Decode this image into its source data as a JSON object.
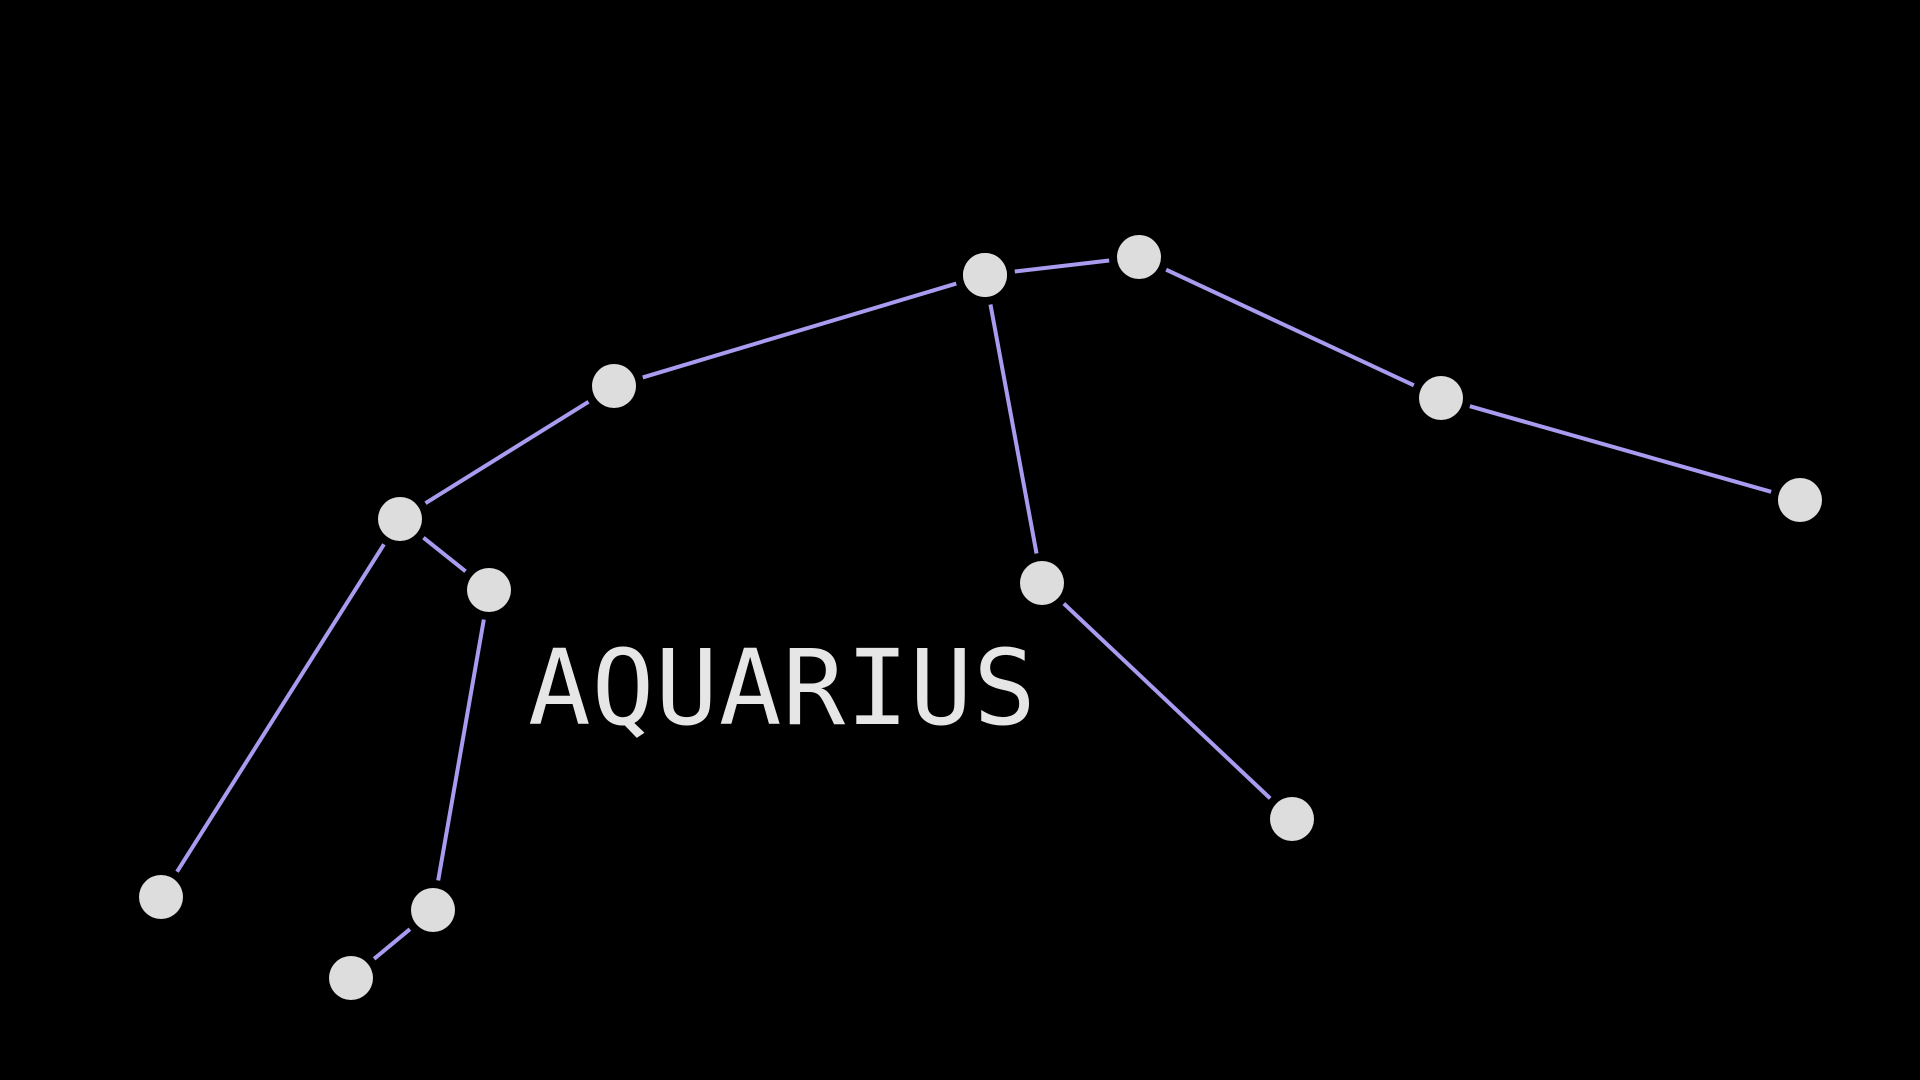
{
  "title": "AQUARIUS",
  "colors": {
    "background": "#000000",
    "star": "#dddddd",
    "line": "#a99cf0",
    "label": "#e6e6e6"
  },
  "stars": [
    "star-1",
    "star-2",
    "star-3",
    "star-4",
    "star-5",
    "star-6",
    "star-7",
    "star-8",
    "star-9",
    "star-10",
    "star-11",
    "star-12",
    "star-13"
  ],
  "connections": [
    [
      "star-1",
      "star-2"
    ],
    [
      "star-2",
      "star-3"
    ],
    [
      "star-3",
      "star-4"
    ],
    [
      "star-4",
      "star-5"
    ],
    [
      "star-5",
      "star-6"
    ],
    [
      "star-6",
      "star-7"
    ],
    [
      "star-3",
      "star-8"
    ],
    [
      "star-8",
      "star-9"
    ],
    [
      "star-1",
      "star-10"
    ],
    [
      "star-1",
      "star-11"
    ],
    [
      "star-11",
      "star-12"
    ],
    [
      "star-12",
      "star-13"
    ]
  ]
}
